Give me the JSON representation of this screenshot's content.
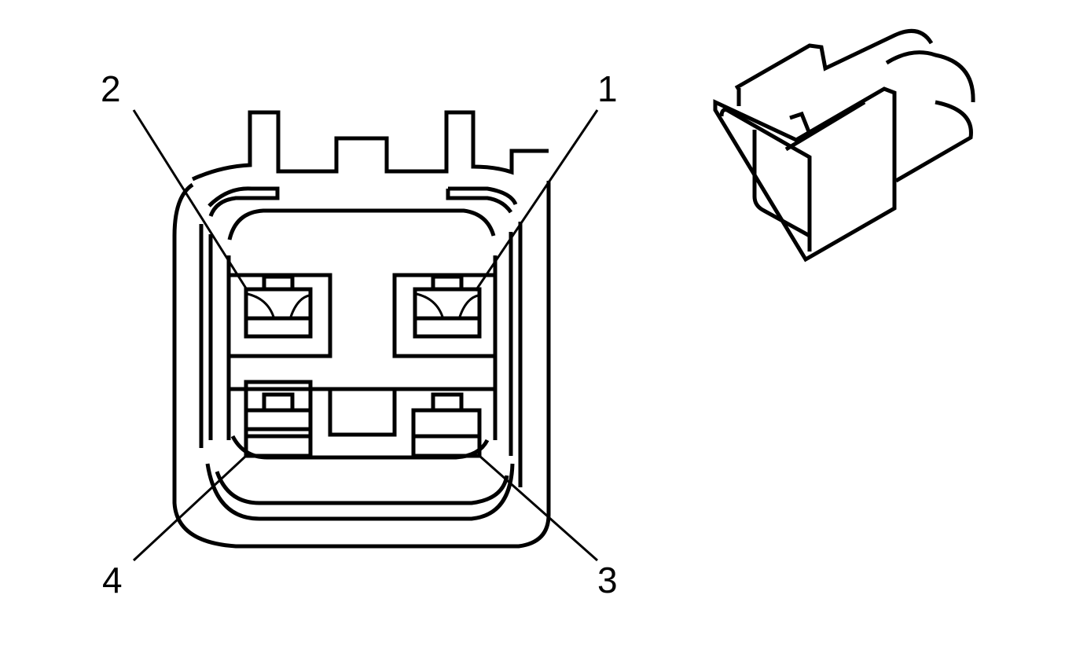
{
  "diagram": {
    "type": "connector-pinout",
    "description": "4-pin electrical connector face view with isometric view",
    "colors": {
      "line": "#000000",
      "background": "#ffffff"
    },
    "pins": [
      {
        "label": "2",
        "position": "top-left"
      },
      {
        "label": "1",
        "position": "top-right"
      },
      {
        "label": "4",
        "position": "bottom-left"
      },
      {
        "label": "3",
        "position": "bottom-right"
      }
    ]
  }
}
